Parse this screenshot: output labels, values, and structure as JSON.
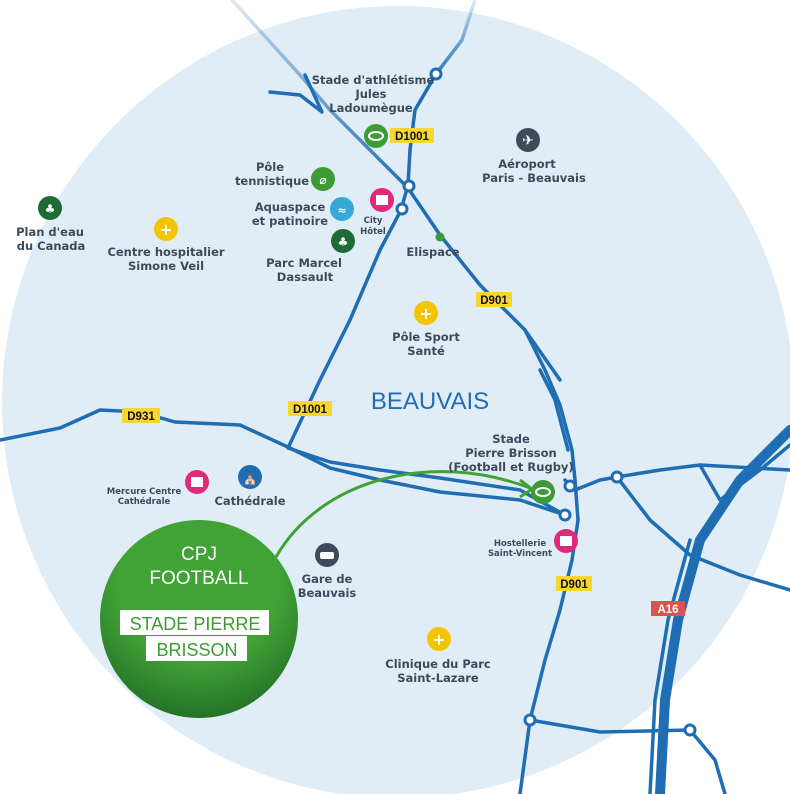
{
  "city": "BEAUVAIS",
  "roads": {
    "d1001_top": "D1001",
    "d1001_mid": "D1001",
    "d901_top": "D901",
    "d901_bottom": "D901",
    "d931": "D931",
    "a16": "A16"
  },
  "places": {
    "stade_athletisme": [
      "Stade d'athlétisme",
      "Jules",
      "Ladoumègue"
    ],
    "aeroport": [
      "Aéroport",
      "Paris - Beauvais"
    ],
    "pole_tennis": [
      "Pôle",
      "tennistique"
    ],
    "aquaspace": [
      "Aquaspace",
      "et patinoire"
    ],
    "city_hotel": [
      "City",
      "Hôtel"
    ],
    "parc_marcel": [
      "Parc Marcel",
      "Dassault"
    ],
    "plan_eau": [
      "Plan d'eau",
      "du Canada"
    ],
    "centre_hosp": [
      "Centre hospitalier",
      "Simone Veil"
    ],
    "elispace": "Elispace",
    "pole_sport": [
      "Pôle Sport",
      "Santé"
    ],
    "stade_brisson": [
      "Stade",
      "Pierre Brisson",
      "(Football et Rugby)"
    ],
    "mercure": [
      "Mercure Centre",
      "Cathédrale"
    ],
    "cathedrale": "Cathédrale",
    "hostellerie": [
      "Hostellerie",
      "Saint-Vincent"
    ],
    "gare": [
      "Gare de",
      "Beauvais"
    ],
    "clinique": [
      "Clinique du Parc",
      "Saint-Lazare"
    ]
  },
  "badge": {
    "line1": "CPJ",
    "line2": "FOOTBALL",
    "venue1": "STADE PIERRE",
    "venue2": "BRISSON"
  },
  "colors": {
    "circle": "#e1edf6",
    "road": "#1f6db3",
    "sport": "#3d9b35",
    "park": "#1e6b35",
    "hospital": "#f2c500",
    "hotel": "#e0287c",
    "aqua": "#37a9d8",
    "cathedral": "#1f6db3",
    "station": "#3d4a5c",
    "shield": "#f7d633",
    "motorway": "#d9534f"
  }
}
